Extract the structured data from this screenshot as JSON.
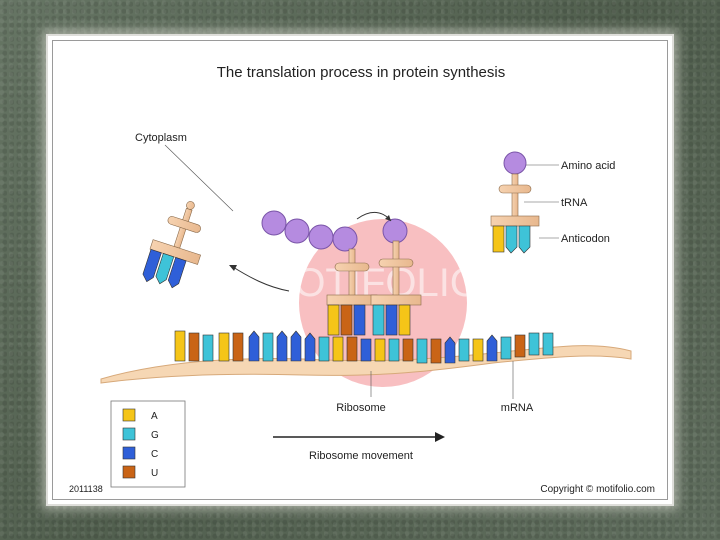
{
  "title": "The translation process in protein synthesis",
  "labels": {
    "cytoplasm": "Cytoplasm",
    "amino_acid": "Amino acid",
    "trna": "tRNA",
    "anticodon": "Anticodon",
    "ribosome": "Ribosome",
    "mrna": "mRNA",
    "ribosome_movement": "Ribosome movement"
  },
  "legend": [
    {
      "letter": "A",
      "color": "#f5c518"
    },
    {
      "letter": "G",
      "color": "#3ec3d8"
    },
    {
      "letter": "C",
      "color": "#2f5fd8"
    },
    {
      "letter": "U",
      "color": "#c96416"
    }
  ],
  "footer": {
    "id": "2011138",
    "copyright": "Copyright © motifolio.com"
  },
  "watermark": "MOTIFOLIO",
  "colors": {
    "amino_acid": "#b58be0",
    "trna": "#f0c6a0",
    "mrna": "#f6d7b4",
    "ribosome": "#f7b4b6"
  }
}
